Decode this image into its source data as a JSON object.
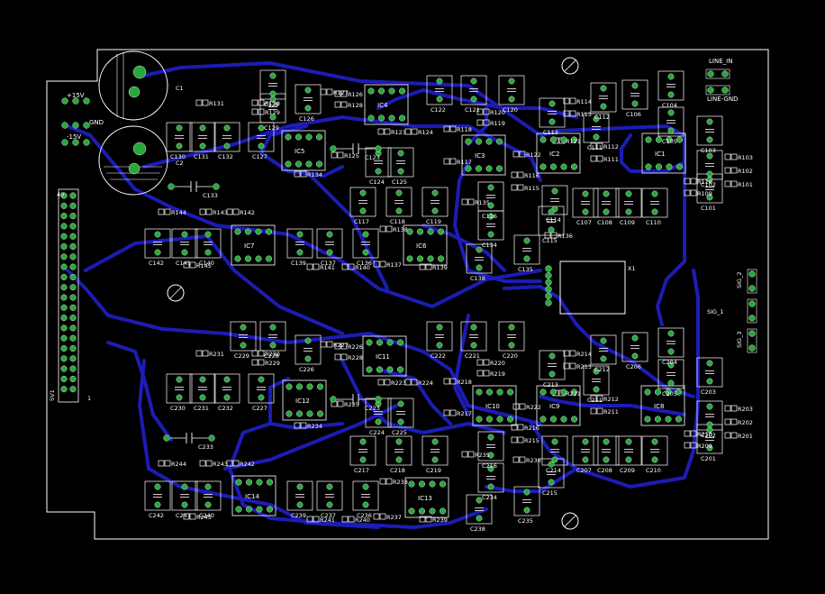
{
  "colors": {
    "background": "#000000",
    "outline": "#ffffff",
    "trace": "#1818b0",
    "pad": "#27a83b",
    "silk": "#ffffff"
  },
  "connectors": {
    "power": [
      "+15V",
      "GND",
      "-15V"
    ],
    "line": [
      "LINE_IN",
      "LINE-GND"
    ],
    "signals": [
      "SIG_1",
      "SIG_2",
      "SIG_3"
    ],
    "header": [
      "40",
      "SV1",
      "1"
    ]
  },
  "electrolytics": [
    "C1",
    "C2"
  ],
  "ics": [
    {
      "id": "ic1",
      "label": "IC1"
    },
    {
      "id": "ic2",
      "label": "IC2"
    },
    {
      "id": "ic3",
      "label": "IC3"
    },
    {
      "id": "ic4",
      "label": "IC4"
    },
    {
      "id": "ic5",
      "label": "IC5"
    },
    {
      "id": "ic6",
      "label": "IC6"
    },
    {
      "id": "ic7",
      "label": "IC7"
    },
    {
      "id": "ic8",
      "label": "IC8"
    },
    {
      "id": "ic9",
      "label": "IC9"
    },
    {
      "id": "ic10",
      "label": "IC10"
    },
    {
      "id": "ic11",
      "label": "IC11"
    },
    {
      "id": "ic12",
      "label": "IC12"
    },
    {
      "id": "ic13",
      "label": "IC13"
    },
    {
      "id": "ic14",
      "label": "IC14"
    }
  ],
  "crystal": "X1",
  "caps_box": [
    "C101",
    "C102",
    "C103",
    "C104",
    "C105",
    "C106",
    "C107",
    "C108",
    "C109",
    "C110",
    "C111",
    "C112",
    "C113",
    "C114",
    "C115",
    "C116",
    "C117",
    "C118",
    "C119",
    "C120",
    "C121",
    "C122",
    "C124",
    "C125",
    "C126",
    "C127",
    "C128",
    "C129",
    "C130",
    "C131",
    "C132",
    "C134",
    "C135",
    "C136",
    "C137",
    "C138",
    "C139",
    "C140",
    "C141",
    "C142",
    "C201",
    "C202",
    "C203",
    "C204",
    "C205",
    "C206",
    "C207",
    "C208",
    "C209",
    "C210",
    "C211",
    "C212",
    "C213",
    "C214",
    "C215",
    "C216",
    "C217",
    "C218",
    "C219",
    "C220",
    "C221",
    "C222",
    "C224",
    "C225",
    "C226",
    "C227",
    "C228",
    "C229",
    "C230",
    "C231",
    "C232",
    "C234",
    "C235",
    "C236",
    "C237",
    "C238",
    "C239",
    "C240",
    "C241",
    "C242"
  ],
  "caps_axial": [
    "C123",
    "C133",
    "C223",
    "C233"
  ],
  "resistors": [
    "R101",
    "R102",
    "R103",
    "R109",
    "R110",
    "R111",
    "R112",
    "R113",
    "R114",
    "R115",
    "R116",
    "R117",
    "R118",
    "R119",
    "R120",
    "R121",
    "R122",
    "R123",
    "R124",
    "R125",
    "R126",
    "R127",
    "R128",
    "R129",
    "R130",
    "R131",
    "R134",
    "R135",
    "R136",
    "R137",
    "R138",
    "R139",
    "R140",
    "R141",
    "R142",
    "R143",
    "R144",
    "R145",
    "R201",
    "R202",
    "R203",
    "R209",
    "R210",
    "R211",
    "R212",
    "R213",
    "R214",
    "R215",
    "R216",
    "R217",
    "R218",
    "R219",
    "R220",
    "R221",
    "R222",
    "R223",
    "R224",
    "R225",
    "R226",
    "R227",
    "R228",
    "R229",
    "R230",
    "R231",
    "R234",
    "R235",
    "R236",
    "R237",
    "R238",
    "R239",
    "R240",
    "R241",
    "R242",
    "R243",
    "R244",
    "R245"
  ]
}
